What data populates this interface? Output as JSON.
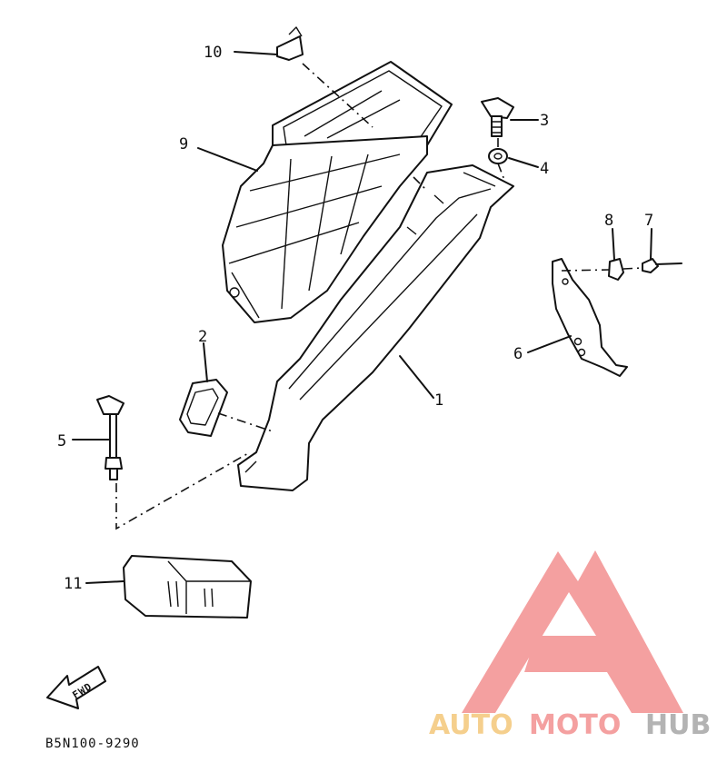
{
  "diagram": {
    "callouts": [
      "1",
      "2",
      "3",
      "4",
      "5",
      "6",
      "7",
      "8",
      "9",
      "10",
      "11"
    ],
    "front_arrow_label": "FWD",
    "drawing_code": "B5N100-9290"
  },
  "watermark": {
    "brand_part1": "AUTO",
    "brand_part2": "MOTO",
    "brand_part3": "HUB",
    "colors": {
      "logo_red": "#f4a0a0",
      "auto_gold": "#f5cf8d",
      "moto_red": "#f4a0a0",
      "hub_gray": "#b3b3b3"
    }
  }
}
